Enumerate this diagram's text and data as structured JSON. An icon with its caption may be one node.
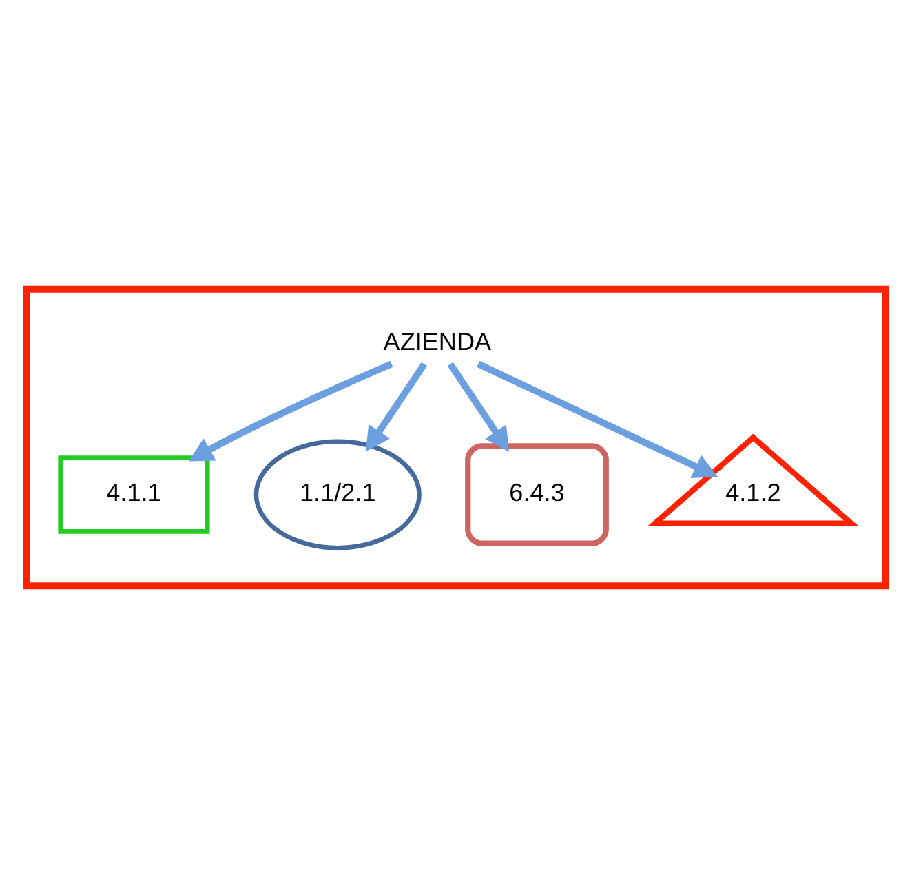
{
  "diagram": {
    "nodes": [
      {
        "text": [],
        "shape": "box"
      },
      {
        "text": [
          "4.1.1"
        ],
        "in": 0
      },
      {
        "text": [
          "1.1/2.1"
        ],
        "in": 0
      },
      {
        "text": [
          "AZIENDA"
        ],
        "in": 0
      },
      {
        "text": [
          "6.4.3"
        ],
        "in": 0
      },
      {
        "text": [
          "4.1.2"
        ],
        "in": 0
      }
    ],
    "edges": [
      {
        "from": 3,
        "to": 1,
        "arrow": "to"
      },
      {
        "from": 3,
        "to": 2,
        "arrow": "to"
      },
      {
        "from": 3,
        "to": 4,
        "arrow": "to"
      },
      {
        "from": 3,
        "to": 5,
        "arrow": "to"
      }
    ]
  }
}
